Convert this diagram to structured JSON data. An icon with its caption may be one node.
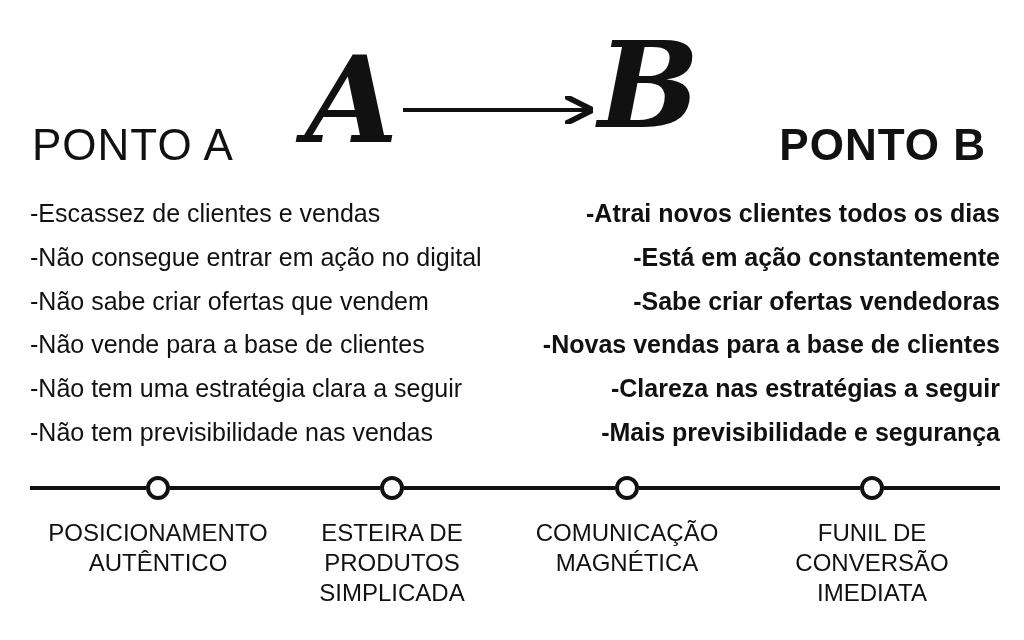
{
  "diagram": {
    "nodes": [
      {
        "text": [
          "A"
        ]
      },
      {
        "text": [
          "B"
        ]
      },
      {
        "text": [],
        "shape": "circle",
        "beside": [
          "POSICIONAMENTO AUTÊNTICO"
        ]
      },
      {
        "text": [],
        "shape": "circle",
        "beside": [
          "ESTEIRA DE PRODUTOS SIMPLICADA"
        ]
      },
      {
        "text": [],
        "shape": "circle",
        "beside": [
          "COMUNICAÇÃO MAGNÉTICA"
        ]
      },
      {
        "text": [],
        "shape": "circle",
        "beside": [
          "FUNIL DE CONVERSÃO IMEDIATA"
        ]
      }
    ],
    "edges": [
      {
        "from": 0,
        "to": 1,
        "arrow": "to"
      },
      {
        "from": 2,
        "to": 3,
        "arrow": "none"
      },
      {
        "from": 3,
        "to": 4,
        "arrow": "none"
      },
      {
        "from": 4,
        "to": 5,
        "arrow": "none"
      }
    ],
    "labels": [
      "PONTO A",
      "-Escassez de clientes e vendas",
      "-Não consegue entrar em ação no digital",
      "-Não sabe criar ofertas que vendem",
      "-Não vende para a base de clientes",
      "-Não tem uma estratégia clara a seguir",
      "-Não tem previsibilidade nas vendas",
      "PONTO B",
      "-Atrai novos clientes todos os dias",
      "-Está em ação constantemente",
      "-Sabe criar ofertas vendedoras",
      "-Novas vendas para a base de clientes",
      "-Clareza nas estratégias a seguir",
      "-Mais previsibilidade e segurança"
    ]
  }
}
